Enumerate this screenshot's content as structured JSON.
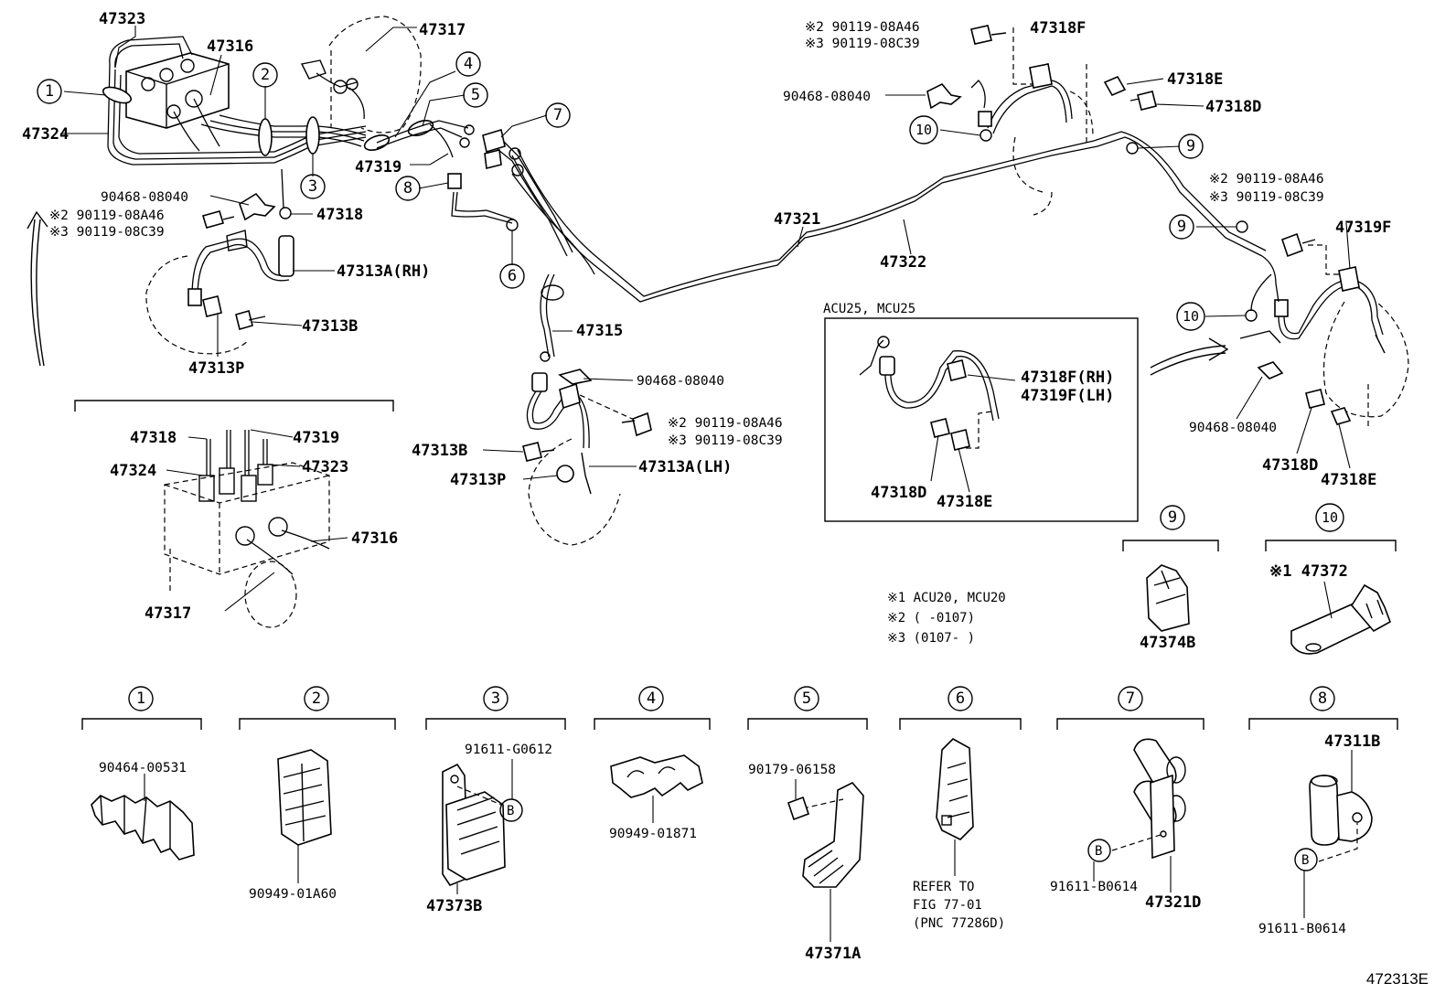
{
  "diagram_code": "472313E",
  "labels": {
    "p47323": "47323",
    "p47316": "47316",
    "p47317": "47317",
    "p47324": "47324",
    "p47319": "47319",
    "p90468_top": "90468-08040",
    "p47318": "47318",
    "bolt_a46_left": "※2 90119-08A46",
    "bolt_c39_left": "※3 90119-08C39",
    "p47313a_rh": "47313A(RH)",
    "p47313b_left": "47313B",
    "p47313p_left": "47313P",
    "p47321": "47321",
    "p47322": "47322",
    "p47315": "47315",
    "p90468_mid": "90468-08040",
    "bolt_a46_mid": "※2 90119-08A46",
    "bolt_c39_mid": "※3 90119-08C39",
    "p47313b_mid": "47313B",
    "p47313a_lh": "47313A(LH)",
    "p47313p_mid": "47313P",
    "bolt_a46_top": "※2 90119-08A46",
    "bolt_c39_top": "※3 90119-08C39",
    "p47318f": "47318F",
    "p47318e_top": "47318E",
    "p47318d_top": "47318D",
    "p90468_right_top": "90468-08040",
    "bolt_a46_right": "※2 90119-08A46",
    "bolt_c39_right": "※3 90119-08C39",
    "p47319f": "47319F",
    "p90468_right_bottom": "90468-08040",
    "p47318d_right": "47318D",
    "p47318e_right": "47318E",
    "inset_title": "ACU25, MCU25",
    "inset_47318f_rh": "47318F(RH)",
    "inset_47319f_lh": "47319F(LH)",
    "inset_47318d": "47318D",
    "inset_47318e": "47318E",
    "detail_47318": "47318",
    "detail_47319": "47319",
    "detail_47324": "47324",
    "detail_47323": "47323",
    "detail_47316": "47316",
    "detail_47317": "47317",
    "note1": "※1 ACU20, MCU20",
    "note2": "※2 (      -0107)",
    "note3": "※3 (0107-      )",
    "c9_part": "47374B",
    "c10_part": "※1 47372",
    "c1_part": "90464-00531",
    "c2_part": "90949-01A60",
    "c3_bolt": "91611-G0612",
    "c3_part": "47373B",
    "c4_part": "90949-01871",
    "c5_bolt": "90179-06158",
    "c5_part": "47371A",
    "c6_ref1": "REFER TO",
    "c6_ref2": "FIG 77-01",
    "c6_ref3": "(PNC 77286D)",
    "c7_bolt": "91611-B0614",
    "c7_part": "47321D",
    "c8_part": "47311B",
    "c8_bolt": "91611-B0614",
    "b_mark": "B"
  },
  "callouts": [
    "1",
    "2",
    "3",
    "4",
    "5",
    "6",
    "7",
    "8",
    "9",
    "10"
  ]
}
